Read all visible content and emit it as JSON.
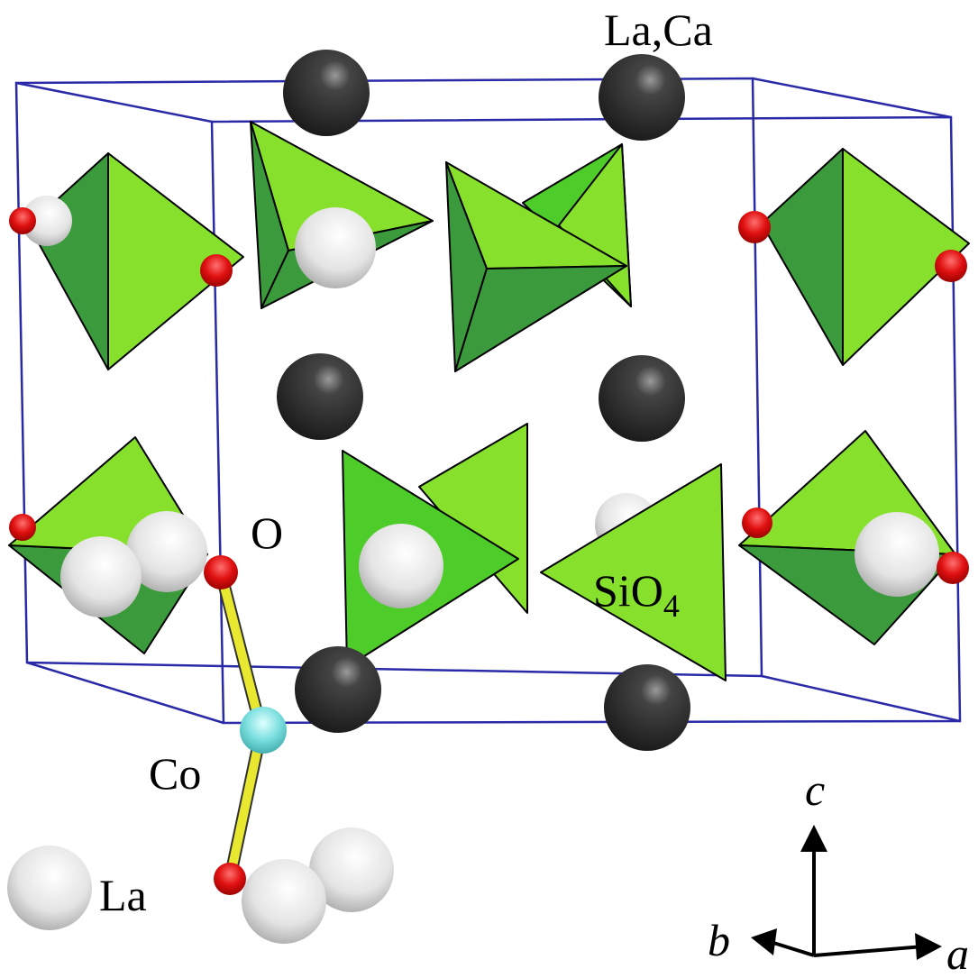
{
  "labels": {
    "la_ca": "La,Ca",
    "oxygen": "O",
    "sio4_main": "SiO",
    "sio4_sub": "4",
    "cobalt": "Co",
    "lanthanum": "La"
  },
  "axes": {
    "c": "c",
    "b": "b",
    "a": "a"
  },
  "colors": {
    "cell_edge": "#2a2aa8",
    "tetra_light": "#86e02c",
    "tetra_dark": "#3b9a3b",
    "tetra_mid": "#4dcc2a",
    "la_ca_atom": "#333333",
    "la_atom": "#e8e8e8",
    "o_atom": "#e01010",
    "co_atom": "#7ee0e0",
    "bond": "#e8e830"
  }
}
